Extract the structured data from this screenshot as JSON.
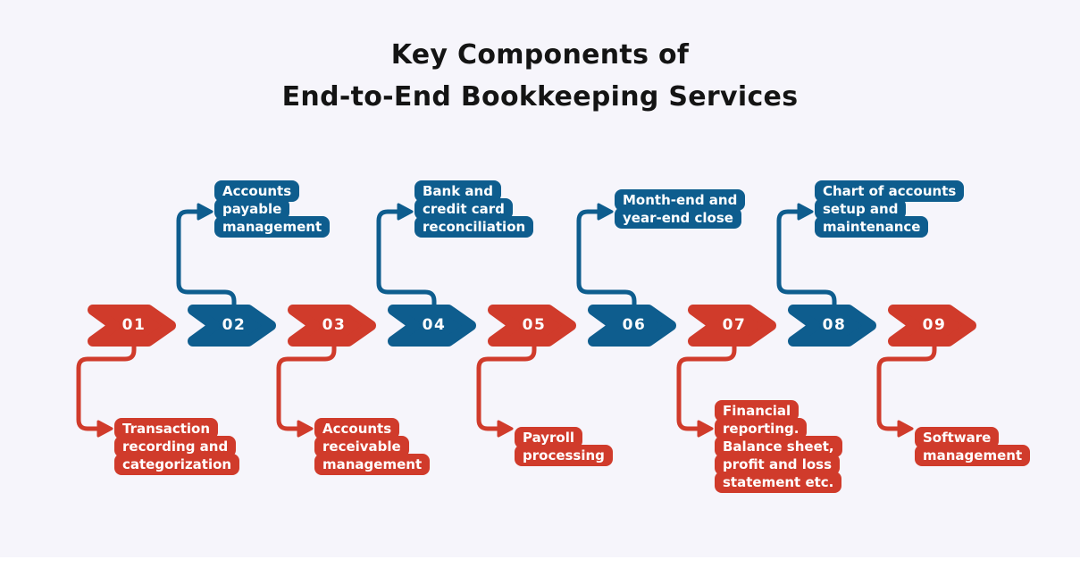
{
  "title": {
    "line1": "Key Components of",
    "line2": "End-to-End Bookkeeping Services"
  },
  "colors": {
    "red": "#d03b2b",
    "blue": "#0e5d8e",
    "background": "#f6f5fb",
    "title_text": "#141414",
    "label_text": "#ffffff"
  },
  "steps": [
    {
      "number": "01",
      "color": "red",
      "side": "bottom",
      "label": "Transaction recording and categorization",
      "label_lines": [
        "Transaction",
        "recording and",
        "categorization"
      ]
    },
    {
      "number": "02",
      "color": "blue",
      "side": "top",
      "label": "Accounts payable management",
      "label_lines": [
        "Accounts",
        "payable",
        "management"
      ]
    },
    {
      "number": "03",
      "color": "red",
      "side": "bottom",
      "label": "Accounts receivable management",
      "label_lines": [
        "Accounts",
        "receivable",
        "management"
      ]
    },
    {
      "number": "04",
      "color": "blue",
      "side": "top",
      "label": "Bank and credit card reconciliation",
      "label_lines": [
        "Bank and",
        "credit card",
        "reconciliation"
      ]
    },
    {
      "number": "05",
      "color": "red",
      "side": "bottom",
      "label": "Payroll processing",
      "label_lines": [
        "Payroll",
        "processing"
      ]
    },
    {
      "number": "06",
      "color": "blue",
      "side": "top",
      "label": "Month-end and year-end close",
      "label_lines": [
        "Month-end and",
        "year-end close"
      ]
    },
    {
      "number": "07",
      "color": "red",
      "side": "bottom",
      "label": "Financial reporting. Balance sheet, profit and loss statement etc.",
      "label_lines": [
        "Financial",
        "reporting.",
        "Balance sheet,",
        "profit and loss",
        "statement etc."
      ]
    },
    {
      "number": "08",
      "color": "blue",
      "side": "top",
      "label": "Chart of accounts setup and maintenance",
      "label_lines": [
        "Chart of accounts",
        "setup and",
        "maintenance"
      ]
    },
    {
      "number": "09",
      "color": "red",
      "side": "bottom",
      "label": "Software management",
      "label_lines": [
        "Software",
        "management"
      ]
    }
  ]
}
